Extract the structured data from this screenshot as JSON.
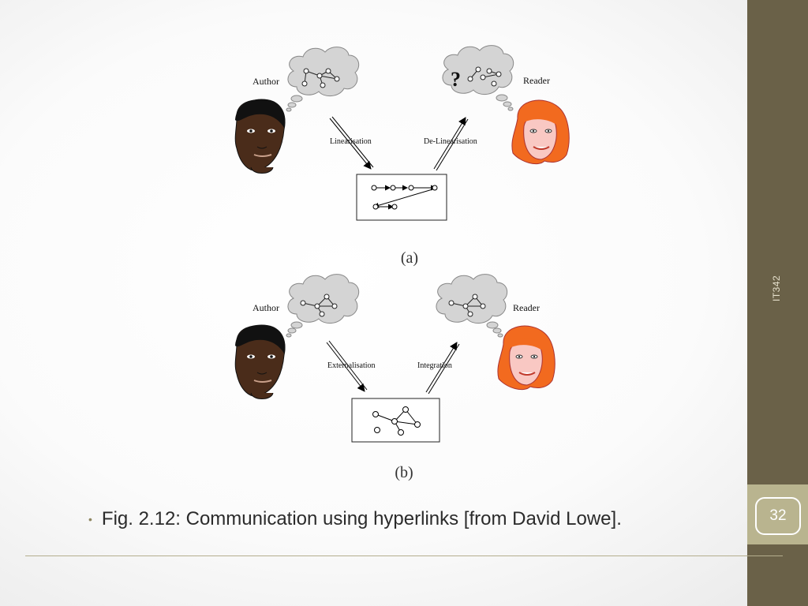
{
  "slide": {
    "side_label": "IT342",
    "page_number": "32",
    "caption": "Fig. 2.12: Communication using hyperlinks [from David Lowe].",
    "bullet": "•"
  },
  "figure_a": {
    "author_label": "Author",
    "reader_label": "Reader",
    "left_arrow_label": "Linearisation",
    "right_arrow_label": "De-Linearisation",
    "question_mark": "?",
    "sublabel": "(a)"
  },
  "figure_b": {
    "author_label": "Author",
    "reader_label": "Reader",
    "left_arrow_label": "Externalisation",
    "right_arrow_label": "Integration",
    "sublabel": "(b)"
  },
  "colors": {
    "sidebar": "#6a6148",
    "page_box": "#b9b48f",
    "rule": "#b4ae8e",
    "cloud": "#d4d4d4",
    "reader_hair": "#f26a1f",
    "author_skin": "#4a2c1a"
  }
}
